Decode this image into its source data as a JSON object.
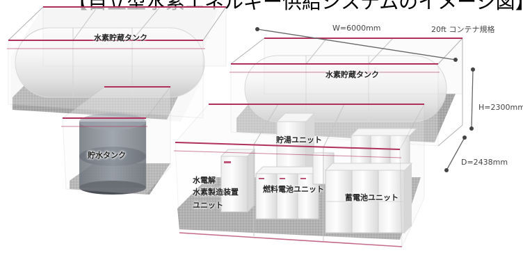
{
  "title": "【自立型水素エネルギー供給システムのイメージ図】",
  "dimensions": {
    "width": "W=6000mm",
    "spec": "20ft コンテナ規格",
    "height": "H=2300mm",
    "depth": "D=2438mm"
  },
  "units": {
    "hydrogen_tank_left": "水素貯蔵タンク",
    "hydrogen_tank_right": "水素貯蔵タンク",
    "water_tank": "貯水タンク",
    "hot_water_unit": "貯湯ユニット",
    "electrolyzer_line1": "水電解",
    "electrolyzer_line2": "水素製造装置",
    "electrolyzer_line3": "ユニット",
    "fuel_cell_unit": "燃料電池ユニット",
    "battery_unit": "蓄電池ユニット"
  },
  "colors": {
    "frame_accent": "#b0305a",
    "tank": "#f2f2f2",
    "water": "#5a6470",
    "floor": "#8a8a8a"
  }
}
